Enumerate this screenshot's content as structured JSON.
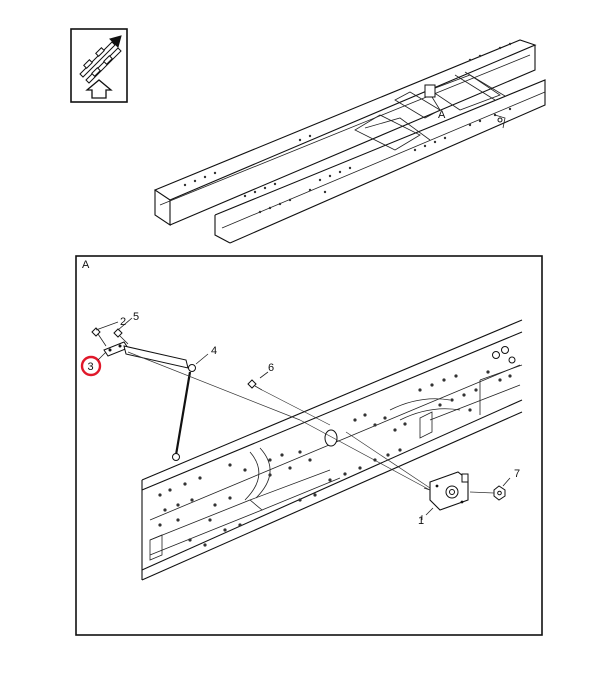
{
  "detail_view": {
    "letter": "A"
  },
  "overview": {
    "callout_letter": "A"
  },
  "callouts": {
    "n1": "1",
    "n2": "2",
    "n3": "3",
    "n4": "4",
    "n5": "5",
    "n6": "6",
    "n7": "7"
  },
  "highlighted_callout": "3",
  "colors": {
    "highlight_ring": "#e0182a",
    "line": "#111111",
    "bg": "#ffffff"
  },
  "icons": {
    "orientation": "vehicle-front-arrow-icon"
  }
}
